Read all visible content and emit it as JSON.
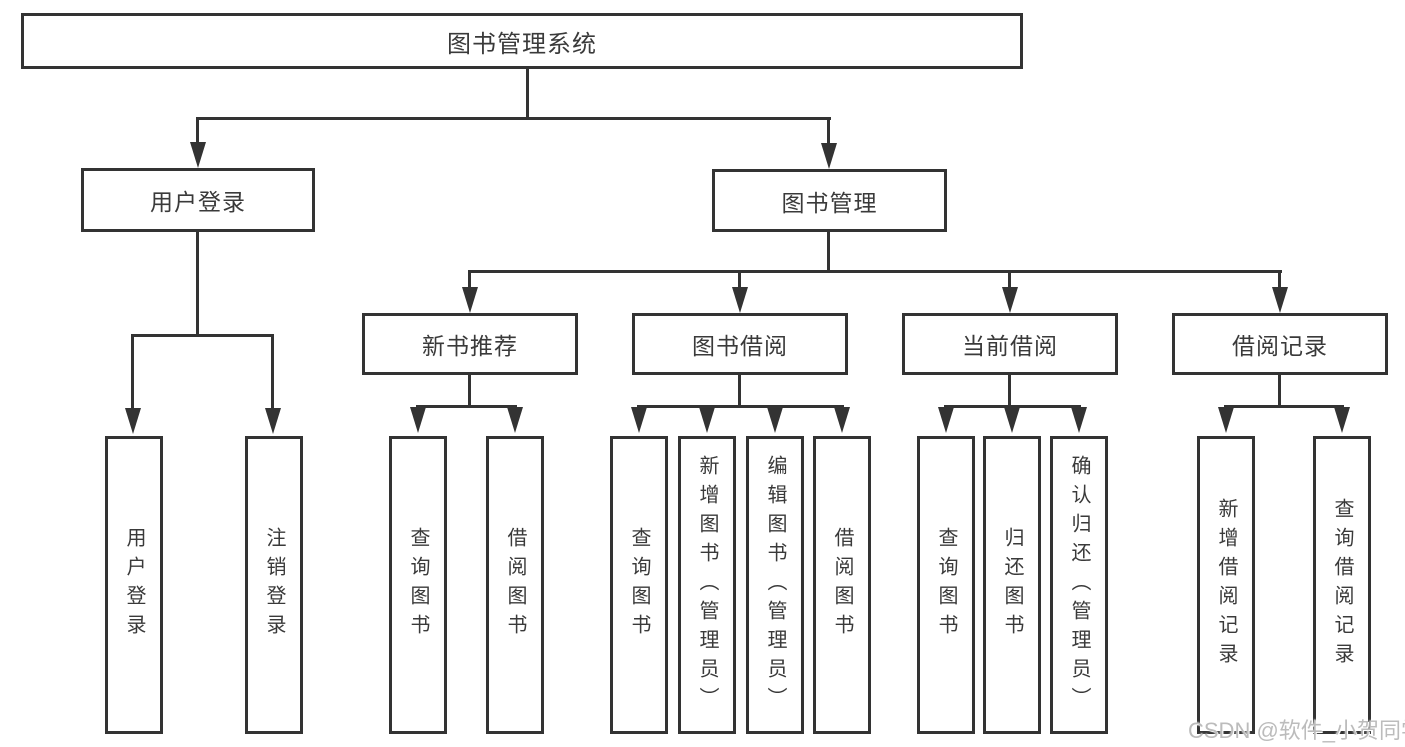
{
  "diagram": {
    "root": {
      "label": "图书管理系统"
    },
    "branches": [
      {
        "label": "用户登录",
        "children": [
          {
            "label": "用户登录"
          },
          {
            "label": "注销登录"
          }
        ]
      },
      {
        "label": "图书管理",
        "groups": [
          {
            "label": "新书推荐",
            "children": [
              {
                "label": "查询图书"
              },
              {
                "label": "借阅图书"
              }
            ]
          },
          {
            "label": "图书借阅",
            "children": [
              {
                "label": "查询图书"
              },
              {
                "label": "新增图书（管理员）"
              },
              {
                "label": "编辑图书（管理员）"
              },
              {
                "label": "借阅图书"
              }
            ]
          },
          {
            "label": "当前借阅",
            "children": [
              {
                "label": "查询图书"
              },
              {
                "label": "归还图书"
              },
              {
                "label": "确认归还（管理员）"
              }
            ]
          },
          {
            "label": "借阅记录",
            "children": [
              {
                "label": "新增借阅记录"
              },
              {
                "label": "查询借阅记录"
              }
            ]
          }
        ]
      }
    ],
    "watermark": "CSDN @软件_小贺同学",
    "colors": {
      "line": "#333333",
      "text": "#3a3a3a",
      "watermark": "#bcbcbc",
      "background": "#ffffff"
    }
  }
}
